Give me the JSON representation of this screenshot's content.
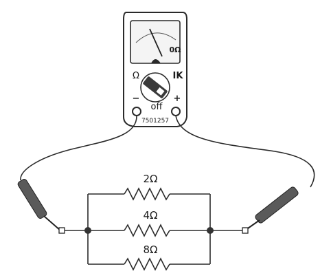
{
  "meter": {
    "dial_reading": "0Ω",
    "left_range": "Ω",
    "right_range": "IK",
    "off_label": "off",
    "minus_terminal": "−",
    "plus_terminal": "+",
    "model_text": "7501257"
  },
  "resistors": [
    {
      "label": "2Ω"
    },
    {
      "label": "4Ω"
    },
    {
      "label": "8Ω"
    }
  ],
  "colors": {
    "line": "#2a2a2a",
    "probe_body": "#5a5a5a",
    "node": "#333333"
  }
}
